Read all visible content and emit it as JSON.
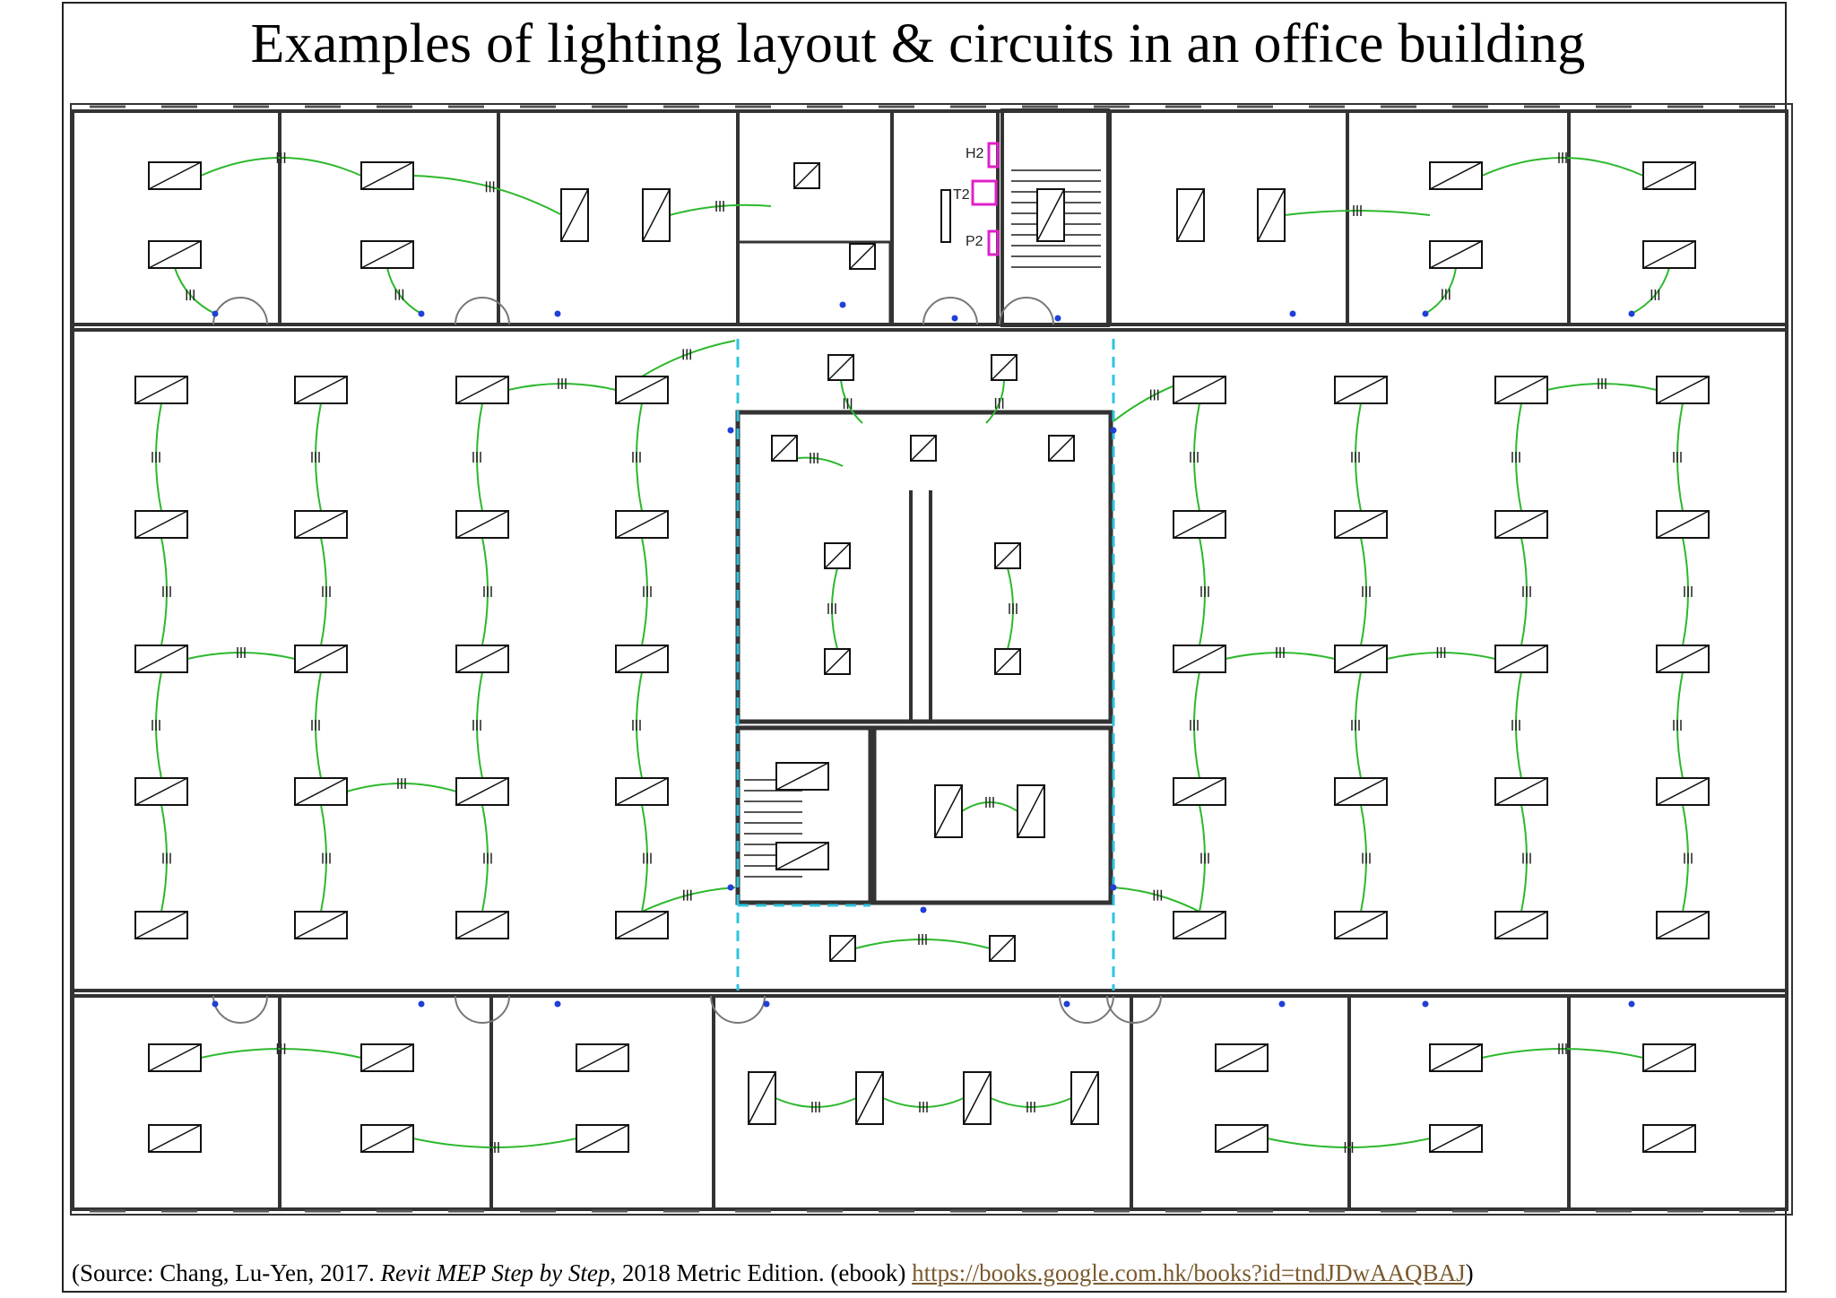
{
  "title": "Examples of lighting layout & circuits in an office building",
  "labels": {
    "h2": "H2",
    "t2": "T2",
    "p2": "P2"
  },
  "colors": {
    "wall": "#333333",
    "circuit": "#2db82d",
    "switch": "#1f3fd6",
    "panel": "#e020c8",
    "boundary": "#2ec4e0",
    "fixture": "#111111"
  },
  "source": {
    "prefix": "(Source: Chang, Lu-Yen, 2017. ",
    "book": "Revit MEP Step by Step",
    "middle": ", 2018 Metric Edition. (ebook) ",
    "link": "https://books.google.com.hk/books?id=tndJDwAAQBAJ",
    "suffix": ")"
  }
}
